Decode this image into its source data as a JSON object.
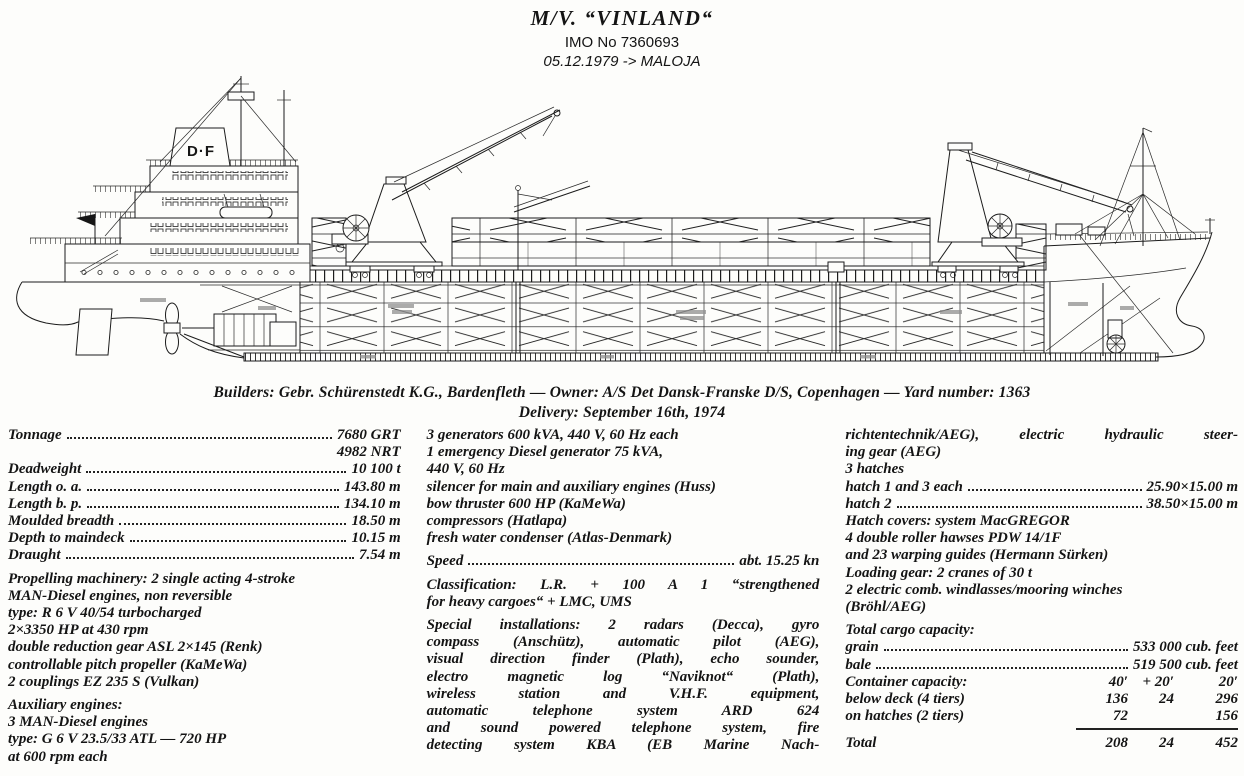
{
  "header": {
    "title": "M/V. “VINLAND“",
    "imo": "IMO No 7360693",
    "rename": "05.12.1979 -> MALOJA"
  },
  "drawing": {
    "funnel_mark": "D·F"
  },
  "caption": {
    "line1": "Builders: Gebr. Schürenstedt K.G., Bardenfleth — Owner: A/S Det Dansk-Franske D/S, Copenhagen — Yard number: 1363",
    "line2": "Delivery: September 16th, 1974"
  },
  "specs": {
    "col1": [
      {
        "t": "dots",
        "label": "Tonnage",
        "value": "7680 GRT"
      },
      {
        "t": "val",
        "value": "4982 NRT"
      },
      {
        "t": "dots",
        "label": "Deadweight",
        "value": "10 100 t"
      },
      {
        "t": "dots",
        "label": "Length o. a.",
        "value": "143.80 m"
      },
      {
        "t": "dots",
        "label": "Length b. p.",
        "value": "134.10 m"
      },
      {
        "t": "dots",
        "label": "Moulded breadth",
        "value": "18.50 m"
      },
      {
        "t": "dots",
        "label": "Depth to maindeck",
        "value": "10.15 m"
      },
      {
        "t": "dots",
        "label": "Draught",
        "value": "7.54 m"
      },
      {
        "t": "gap"
      },
      {
        "t": "lines",
        "lines": [
          "Propelling machinery: 2 single acting 4-stroke",
          "MAN-Diesel engines, non reversible",
          "type: R 6 V 40/54 turbocharged",
          "2×3350 HP at 430 rpm",
          "double reduction gear ASL 2×145 (Renk)",
          "controllable pitch propeller (KaMeWa)",
          "2 couplings EZ 235 S (Vulkan)"
        ]
      },
      {
        "t": "gap"
      },
      {
        "t": "lines",
        "lines": [
          "Auxiliary engines:",
          "3 MAN-Diesel engines",
          "type: G 6 V 23.5/33 ATL — 720 HP",
          "at 600 rpm each"
        ]
      }
    ],
    "col2": [
      {
        "t": "lines",
        "lines": [
          "3 generators 600 kVA, 440 V, 60 Hz each",
          "1 emergency Diesel generator 75 kVA,",
          "440 V, 60 Hz",
          "silencer for main and auxiliary engines (Huss)",
          "bow thruster 600 HP (KaMeWa)",
          "compressors (Hatlapa)",
          "fresh water condenser (Atlas-Denmark)"
        ]
      },
      {
        "t": "gap"
      },
      {
        "t": "dots",
        "label": "Speed",
        "value": "abt. 15.25 kn"
      },
      {
        "t": "gap"
      },
      {
        "t": "lines",
        "just": true,
        "lines": [
          "Classification: L.R. + 100 A 1 “strengthened",
          "for heavy cargoes“ + LMC, UMS"
        ]
      },
      {
        "t": "gap"
      },
      {
        "t": "lines",
        "just": "all",
        "lines": [
          "Special installations: 2 radars (Decca), gyro",
          "compass (Anschütz), automatic pilot (AEG),",
          "visual direction finder (Plath), echo sounder,",
          "electro magnetic log “Naviknot“ (Plath),",
          "wireless station and V.H.F. equipment,",
          "automatic telephone system ARD 624",
          "and sound powered telephone system, fire",
          "detecting system KBA (EB Marine Nach-"
        ]
      }
    ],
    "col3": [
      {
        "t": "lines",
        "just": true,
        "lines": [
          "richtentechnik/AEG), electric hydraulic steer-",
          "ing gear (AEG)"
        ]
      },
      {
        "t": "lines",
        "lines": [
          "3 hatches"
        ]
      },
      {
        "t": "dots",
        "label": "hatch 1 and 3 each",
        "value": "25.90×15.00 m"
      },
      {
        "t": "dots",
        "label": "hatch 2",
        "value": "38.50×15.00 m"
      },
      {
        "t": "lines",
        "lines": [
          "Hatch covers: system MacGREGOR",
          "4 double roller hawses PDW 14/1F",
          "and 23 warping guides (Hermann Sürken)",
          "Loading gear: 2 cranes of 30 t",
          "2 electric comb. windlasses/mooring winches",
          "(Bröhl/AEG)"
        ]
      },
      {
        "t": "gap"
      },
      {
        "t": "lines",
        "lines": [
          "Total cargo capacity:"
        ]
      },
      {
        "t": "dots",
        "label": "grain",
        "value": "533 000 cub. feet"
      },
      {
        "t": "dots",
        "label": "bale",
        "value": "519 500 cub. feet"
      },
      {
        "t": "table",
        "title": "Container capacity:",
        "cols": [
          "40′",
          "+ 20′",
          "20′"
        ],
        "rows": [
          {
            "label": "below deck (4 tiers)",
            "vals": [
              "136",
              "24",
              "296"
            ]
          },
          {
            "label": "on hatches (2 tiers)",
            "vals": [
              "72",
              "",
              "156"
            ]
          }
        ],
        "total": {
          "label": "Total",
          "vals": [
            "208",
            "24",
            "452"
          ]
        }
      }
    ]
  }
}
